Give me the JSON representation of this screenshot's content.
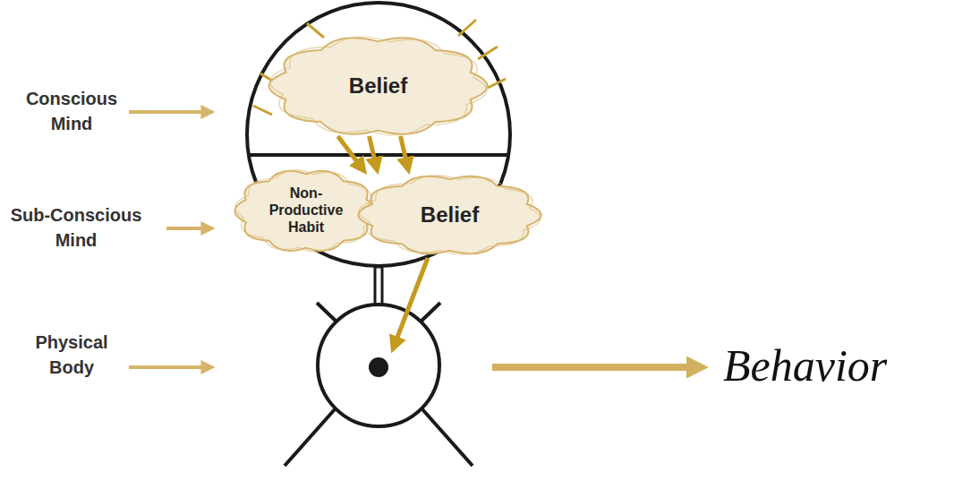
{
  "diagram": {
    "nodes": [
      {
        "text": [
          "Belief"
        ]
      },
      {
        "text": [
          "Non-Productive Habit"
        ]
      },
      {
        "text": [
          "Belief"
        ]
      }
    ],
    "edges": [
      {
        "from": 0,
        "to": 2,
        "arrow": "to"
      },
      {
        "from": 0,
        "to": 2,
        "arrow": "to"
      },
      {
        "from": 0,
        "to": 2,
        "arrow": "to"
      }
    ],
    "labels": [
      "Conscious Mind",
      "Sub-Conscious Mind",
      "Physical Body",
      "Behavior"
    ]
  }
}
